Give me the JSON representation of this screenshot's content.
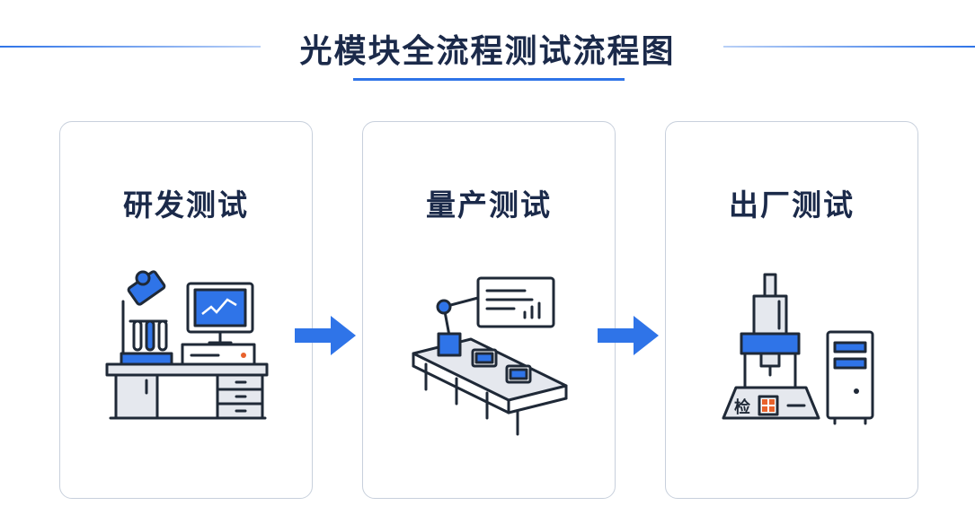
{
  "title": "光模块全流程测试流程图",
  "stages": [
    {
      "label": "研发测试",
      "icon": "rd-lab-workstation-icon"
    },
    {
      "label": "量产测试",
      "icon": "mass-production-line-icon"
    },
    {
      "label": "出厂测试",
      "icon": "factory-inspection-machine-icon"
    }
  ],
  "inspection_mark": "检",
  "colors": {
    "accent": "#2f74e8",
    "text": "#1b2a4a",
    "outline": "#1f2937",
    "fill_gray": "#e5e8ee",
    "orange": "#e8622c"
  }
}
